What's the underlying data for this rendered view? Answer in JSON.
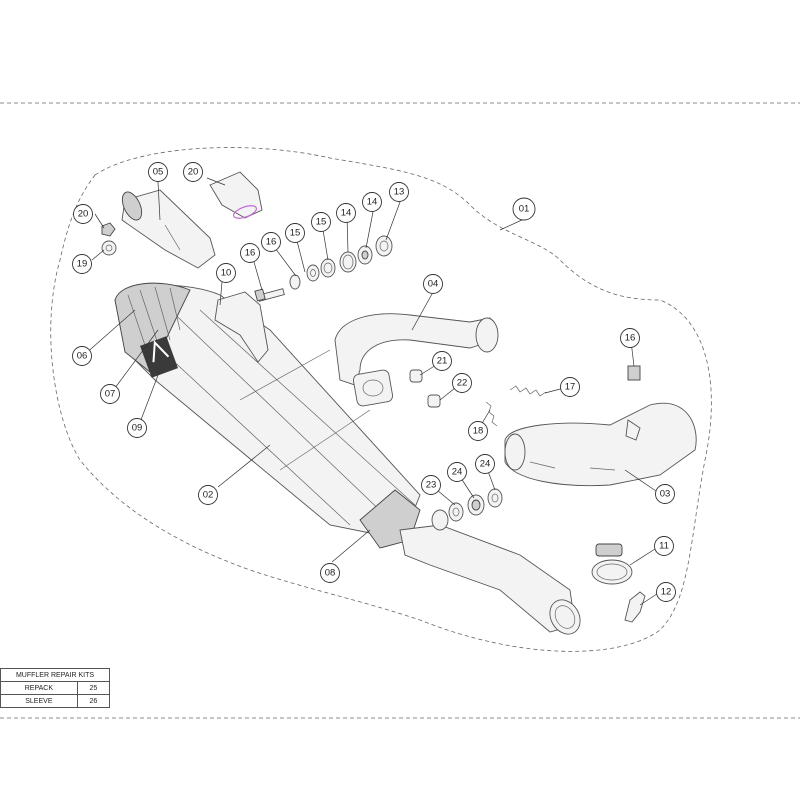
{
  "diagram": {
    "callouts": [
      "01",
      "02",
      "03",
      "04",
      "05",
      "06",
      "07",
      "08",
      "09",
      "10",
      "11",
      "12",
      "13",
      "14",
      "14",
      "15",
      "15",
      "16",
      "16",
      "16",
      "17",
      "18",
      "19",
      "20",
      "20",
      "21",
      "22",
      "23",
      "24",
      "24"
    ],
    "colors": {
      "line": "#555555",
      "accent_ring": "#c26bd6",
      "logo_dark": "#3a3a3a"
    }
  },
  "repair_kits": {
    "header": "MUFFLER REPAIR KITS",
    "rows": [
      {
        "name": "REPACK",
        "value": "25"
      },
      {
        "name": "SLEEVE",
        "value": "26"
      }
    ]
  }
}
